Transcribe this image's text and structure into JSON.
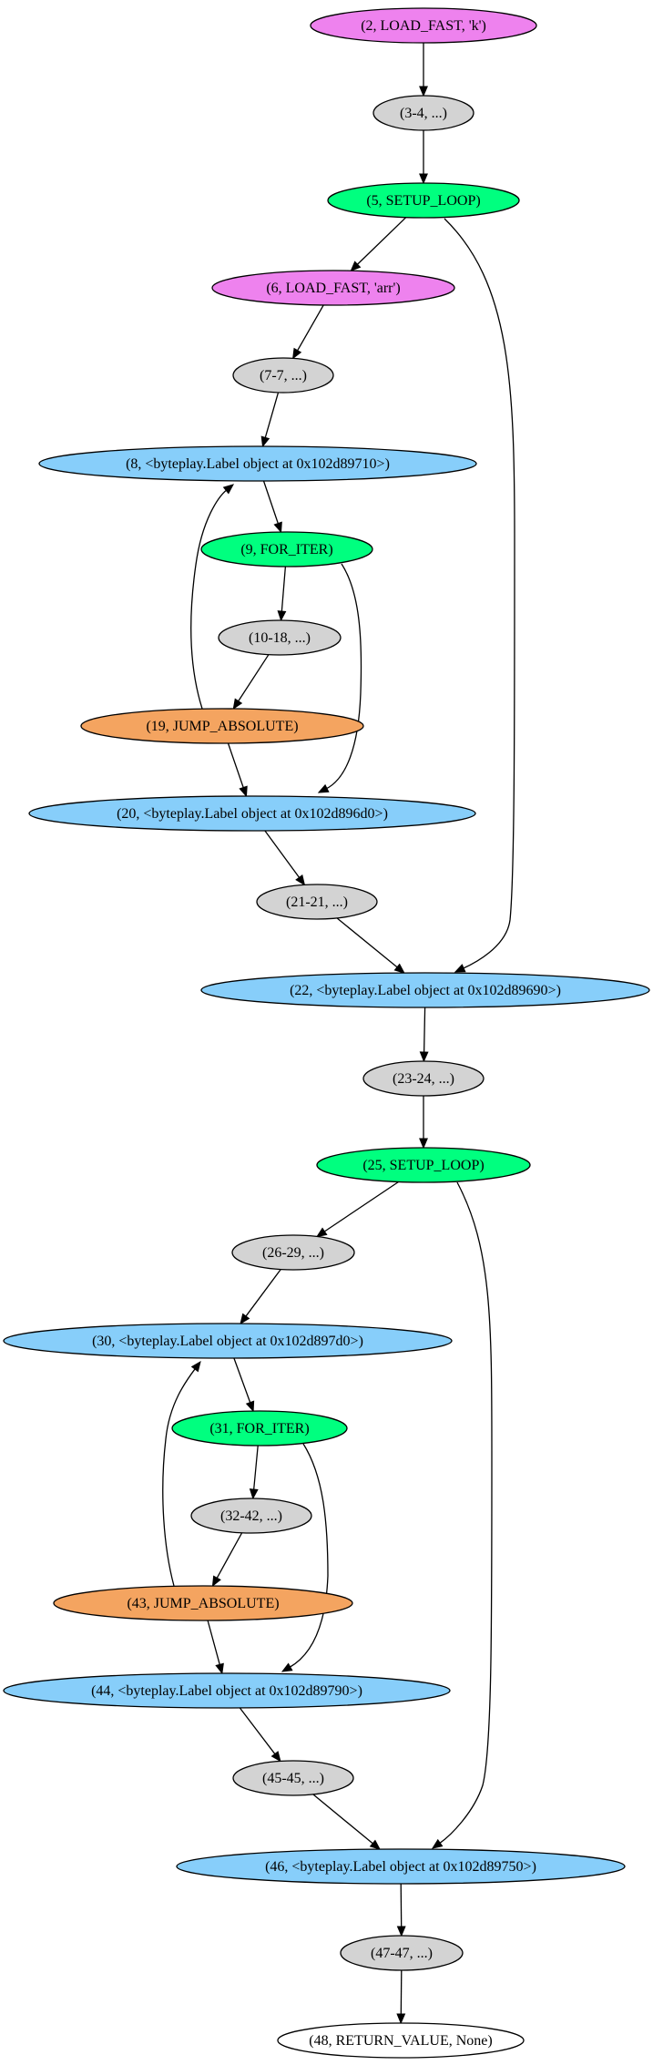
{
  "colors": {
    "load": "#ee82ee",
    "block": "#d3d3d3",
    "setup_loop": "#00ff7f",
    "for_iter": "#00ff7f",
    "label": "#87cefa",
    "jump": "#f4a460",
    "return": "#ffffff"
  },
  "nodes": [
    {
      "id": "n2",
      "label": "(2, LOAD_FAST, 'k')",
      "kind": "load"
    },
    {
      "id": "n3",
      "label": "(3-4, ...)",
      "kind": "block"
    },
    {
      "id": "n5",
      "label": "(5, SETUP_LOOP)",
      "kind": "setup_loop"
    },
    {
      "id": "n6",
      "label": "(6, LOAD_FAST, 'arr')",
      "kind": "load"
    },
    {
      "id": "n7",
      "label": "(7-7, ...)",
      "kind": "block"
    },
    {
      "id": "n8",
      "label": "(8, <byteplay.Label object at 0x102d89710>)",
      "kind": "label"
    },
    {
      "id": "n9",
      "label": "(9, FOR_ITER)",
      "kind": "for_iter"
    },
    {
      "id": "n10",
      "label": "(10-18, ...)",
      "kind": "block"
    },
    {
      "id": "n19",
      "label": "(19, JUMP_ABSOLUTE)",
      "kind": "jump"
    },
    {
      "id": "n20",
      "label": "(20, <byteplay.Label object at 0x102d896d0>)",
      "kind": "label"
    },
    {
      "id": "n21",
      "label": "(21-21, ...)",
      "kind": "block"
    },
    {
      "id": "n22",
      "label": "(22, <byteplay.Label object at 0x102d89690>)",
      "kind": "label"
    },
    {
      "id": "n23",
      "label": "(23-24, ...)",
      "kind": "block"
    },
    {
      "id": "n25",
      "label": "(25, SETUP_LOOP)",
      "kind": "setup_loop"
    },
    {
      "id": "n26",
      "label": "(26-29, ...)",
      "kind": "block"
    },
    {
      "id": "n30",
      "label": "(30, <byteplay.Label object at 0x102d897d0>)",
      "kind": "label"
    },
    {
      "id": "n31",
      "label": "(31, FOR_ITER)",
      "kind": "for_iter"
    },
    {
      "id": "n32",
      "label": "(32-42, ...)",
      "kind": "block"
    },
    {
      "id": "n43",
      "label": "(43, JUMP_ABSOLUTE)",
      "kind": "jump"
    },
    {
      "id": "n44",
      "label": "(44, <byteplay.Label object at 0x102d89790>)",
      "kind": "label"
    },
    {
      "id": "n45",
      "label": "(45-45, ...)",
      "kind": "block"
    },
    {
      "id": "n46",
      "label": "(46, <byteplay.Label object at 0x102d89750>)",
      "kind": "label"
    },
    {
      "id": "n47",
      "label": "(47-47, ...)",
      "kind": "block"
    },
    {
      "id": "n48",
      "label": "(48, RETURN_VALUE, None)",
      "kind": "return"
    }
  ],
  "edges": [
    {
      "from": "n2",
      "to": "n3"
    },
    {
      "from": "n3",
      "to": "n5"
    },
    {
      "from": "n5",
      "to": "n6"
    },
    {
      "from": "n5",
      "to": "n22"
    },
    {
      "from": "n6",
      "to": "n7"
    },
    {
      "from": "n7",
      "to": "n8"
    },
    {
      "from": "n8",
      "to": "n9"
    },
    {
      "from": "n9",
      "to": "n10"
    },
    {
      "from": "n9",
      "to": "n20"
    },
    {
      "from": "n10",
      "to": "n19"
    },
    {
      "from": "n19",
      "to": "n8"
    },
    {
      "from": "n19",
      "to": "n20"
    },
    {
      "from": "n20",
      "to": "n21"
    },
    {
      "from": "n21",
      "to": "n22"
    },
    {
      "from": "n22",
      "to": "n23"
    },
    {
      "from": "n23",
      "to": "n25"
    },
    {
      "from": "n25",
      "to": "n26"
    },
    {
      "from": "n25",
      "to": "n46"
    },
    {
      "from": "n26",
      "to": "n30"
    },
    {
      "from": "n30",
      "to": "n31"
    },
    {
      "from": "n31",
      "to": "n32"
    },
    {
      "from": "n31",
      "to": "n44"
    },
    {
      "from": "n32",
      "to": "n43"
    },
    {
      "from": "n43",
      "to": "n30"
    },
    {
      "from": "n43",
      "to": "n44"
    },
    {
      "from": "n44",
      "to": "n45"
    },
    {
      "from": "n45",
      "to": "n46"
    },
    {
      "from": "n46",
      "to": "n47"
    },
    {
      "from": "n47",
      "to": "n48"
    }
  ]
}
